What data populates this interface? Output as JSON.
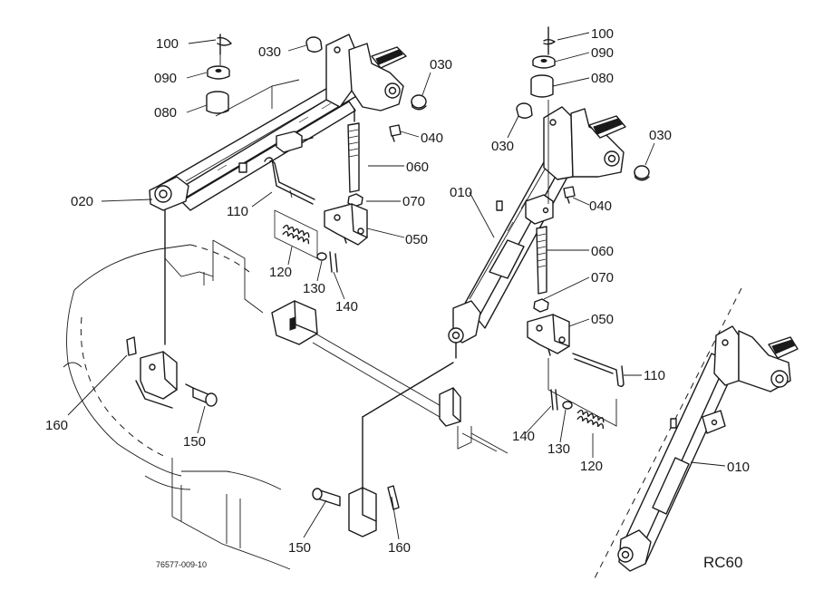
{
  "figure": {
    "drawing_number": "76577-009-10",
    "model_label": "RC60"
  },
  "labels": {
    "l_100_a": "100",
    "l_090_a": "090",
    "l_080_a": "080",
    "l_030_a": "030",
    "l_030_b": "030",
    "l_040_a": "040",
    "l_060_a": "060",
    "l_070_a": "070",
    "l_050_a": "050",
    "l_020": "020",
    "l_110_a": "110",
    "l_120_a": "120",
    "l_130_a": "130",
    "l_140_a": "140",
    "l_160_a": "160",
    "l_150_a": "150",
    "l_150_b": "150",
    "l_160_b": "160",
    "l_100_b": "100",
    "l_090_b": "090",
    "l_080_b": "080",
    "l_030_c": "030",
    "l_030_d": "030",
    "l_010_a": "010",
    "l_040_b": "040",
    "l_060_b": "060",
    "l_070_b": "070",
    "l_050_b": "050",
    "l_110_b": "110",
    "l_140_b": "140",
    "l_130_b": "130",
    "l_120_b": "120",
    "l_010_b": "010"
  }
}
